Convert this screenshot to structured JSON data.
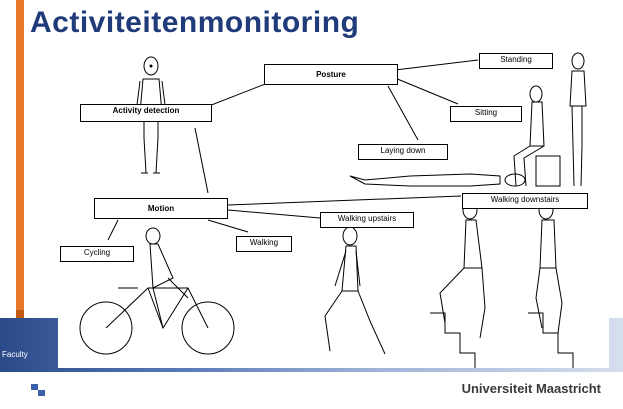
{
  "slide": {
    "title": "Activiteitenmonitoring",
    "faculty_label": "Faculty",
    "university_name": "Universiteit Maastricht"
  },
  "diagram": {
    "activity_detection": "Activity detection",
    "posture": "Posture",
    "motion": "Motion",
    "standing": "Standing",
    "sitting": "Sitting",
    "laying_down": "Laying down",
    "walking_downstairs": "Walking downstairs",
    "walking_upstairs": "Walking upstairs",
    "walking": "Walking",
    "cycling": "Cycling"
  },
  "colors": {
    "title": "#1f3b7a",
    "accent_bar": "#e8782a",
    "footer_band": "#2b4a8a"
  }
}
